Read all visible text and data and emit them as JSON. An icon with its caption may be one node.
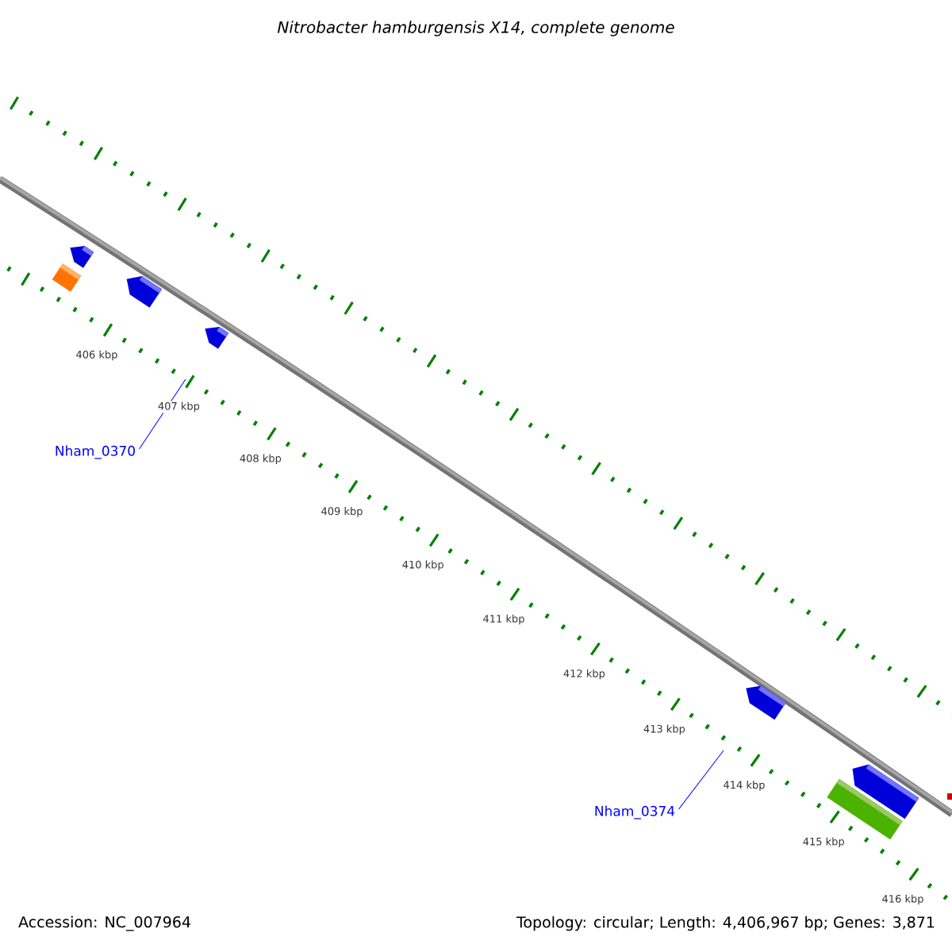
{
  "diagram": {
    "title": "Nitrobacter hamburgensis X14, complete genome",
    "nodes": [
      {
        "text": [
          "Nham_0370"
        ]
      },
      {
        "text": [
          "Nham_0374"
        ]
      }
    ],
    "edges": [
      {
        "from": 0,
        "to": null,
        "arrow": "none"
      },
      {
        "from": 1,
        "to": null,
        "arrow": "none"
      }
    ],
    "labels": [
      "406 kbp",
      "407 kbp",
      "408 kbp",
      "409 kbp",
      "410 kbp",
      "411 kbp",
      "412 kbp",
      "413 kbp",
      "414 kbp",
      "415 kbp",
      "416 kbp",
      "Accession: NC_007964",
      "Topology: circular; Length: 4,406,967 bp; Genes: 3,871"
    ]
  }
}
